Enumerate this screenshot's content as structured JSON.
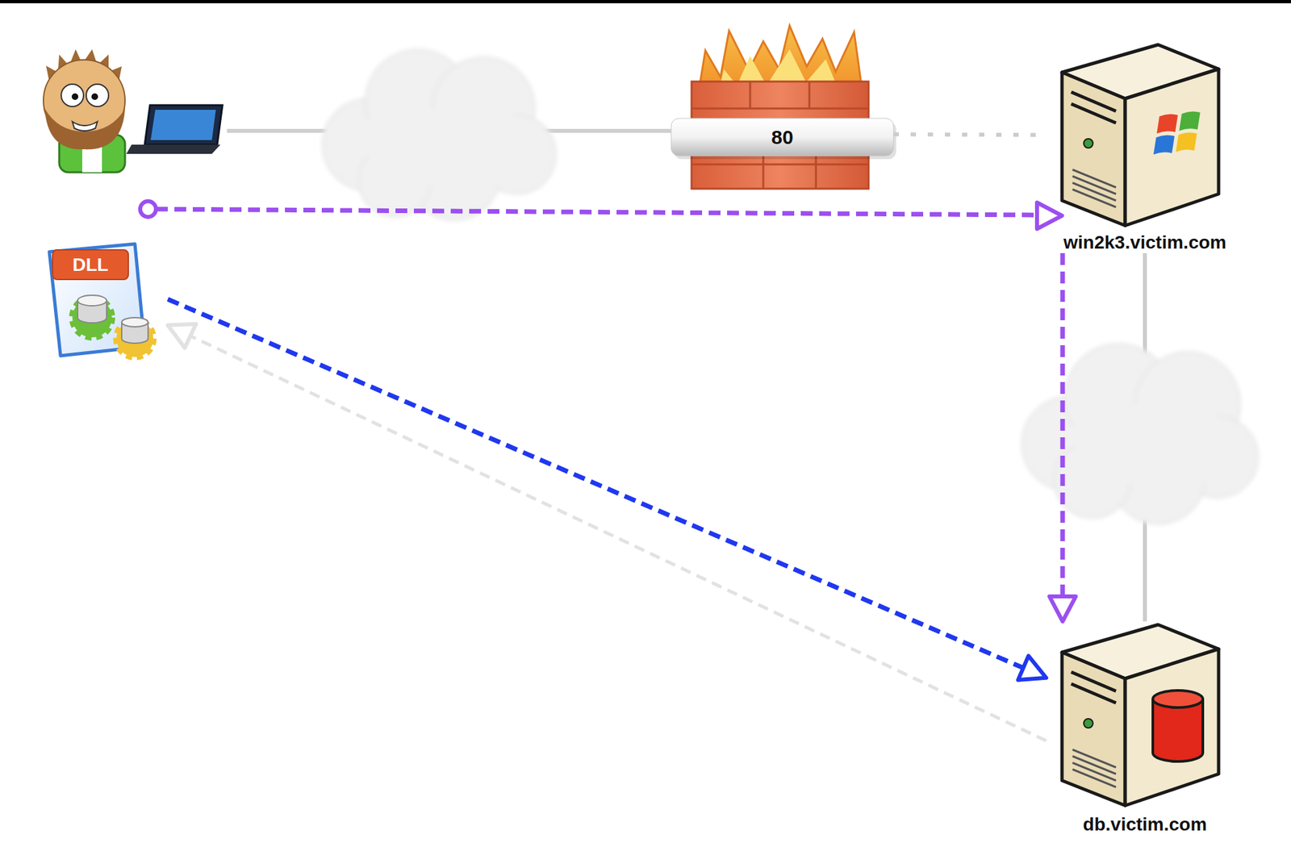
{
  "diagram": {
    "nodes": [
      {
        "text": [
          "80"
        ]
      },
      {
        "text": [
          "win2k3.victim.com"
        ]
      },
      {
        "text": [
          "DLL"
        ]
      },
      {
        "text": [
          "db.victim.com"
        ]
      }
    ],
    "edges": [
      {
        "from": 0,
        "to": 1,
        "arrow": "none"
      },
      {
        "from": 1,
        "to": 3,
        "arrow": "to"
      },
      {
        "from": 2,
        "to": 3,
        "arrow": "to"
      },
      {
        "from": 3,
        "to": 2,
        "arrow": "to"
      },
      {
        "from": 1,
        "to": 3,
        "arrow": "none"
      }
    ]
  }
}
